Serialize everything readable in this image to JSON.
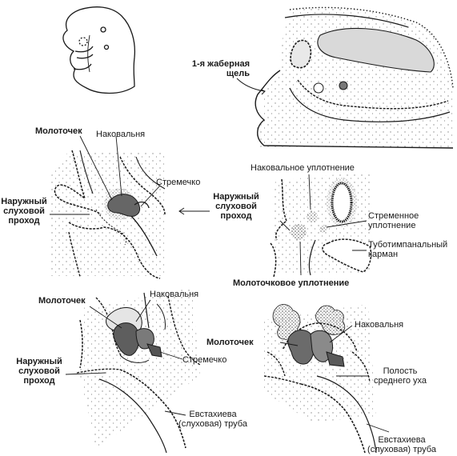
{
  "panels": {
    "embryo_head": {},
    "gill_slit": {
      "first_gill_slit": [
        "1-я жаберная",
        "щель"
      ]
    },
    "early_middle_ear": {
      "malleus": "Молоточек",
      "incus": "Наковальня",
      "stapes": "Стремечко",
      "external_canal": [
        "Наружный",
        "слуховой",
        "проход"
      ]
    },
    "condensations": {
      "incus_condensation": "Наковальное уплотнение",
      "stapes_condensation": [
        "Стременное",
        "уплотнение"
      ],
      "tubotympanic_recess": [
        "Туботимпанальный",
        "карман"
      ],
      "malleus_condensation": "Молоточковое уплотнение",
      "external_canal": [
        "Наружный",
        "слуховой",
        "проход"
      ]
    },
    "later_middle_ear": {
      "malleus": "Молоточек",
      "incus": "Наковальня",
      "stapes": "Стремечко",
      "external_canal": [
        "Наружный",
        "слуховой",
        "проход"
      ],
      "eustachian_tube": [
        "Евстахиева",
        "(слуховая) труба"
      ]
    },
    "mature_middle_ear": {
      "malleus": "Молоточек",
      "incus": "Наковальня",
      "tympanic_cavity": [
        "Полость",
        "среднего уха"
      ],
      "eustachian_tube": [
        "Евстахиева",
        "(слуховая) труба"
      ]
    }
  },
  "colors": {
    "line": "#1a1a1a",
    "stipple": "#9a9a9a",
    "shade": "#6e6e6e",
    "light": "#d9d9d9"
  }
}
